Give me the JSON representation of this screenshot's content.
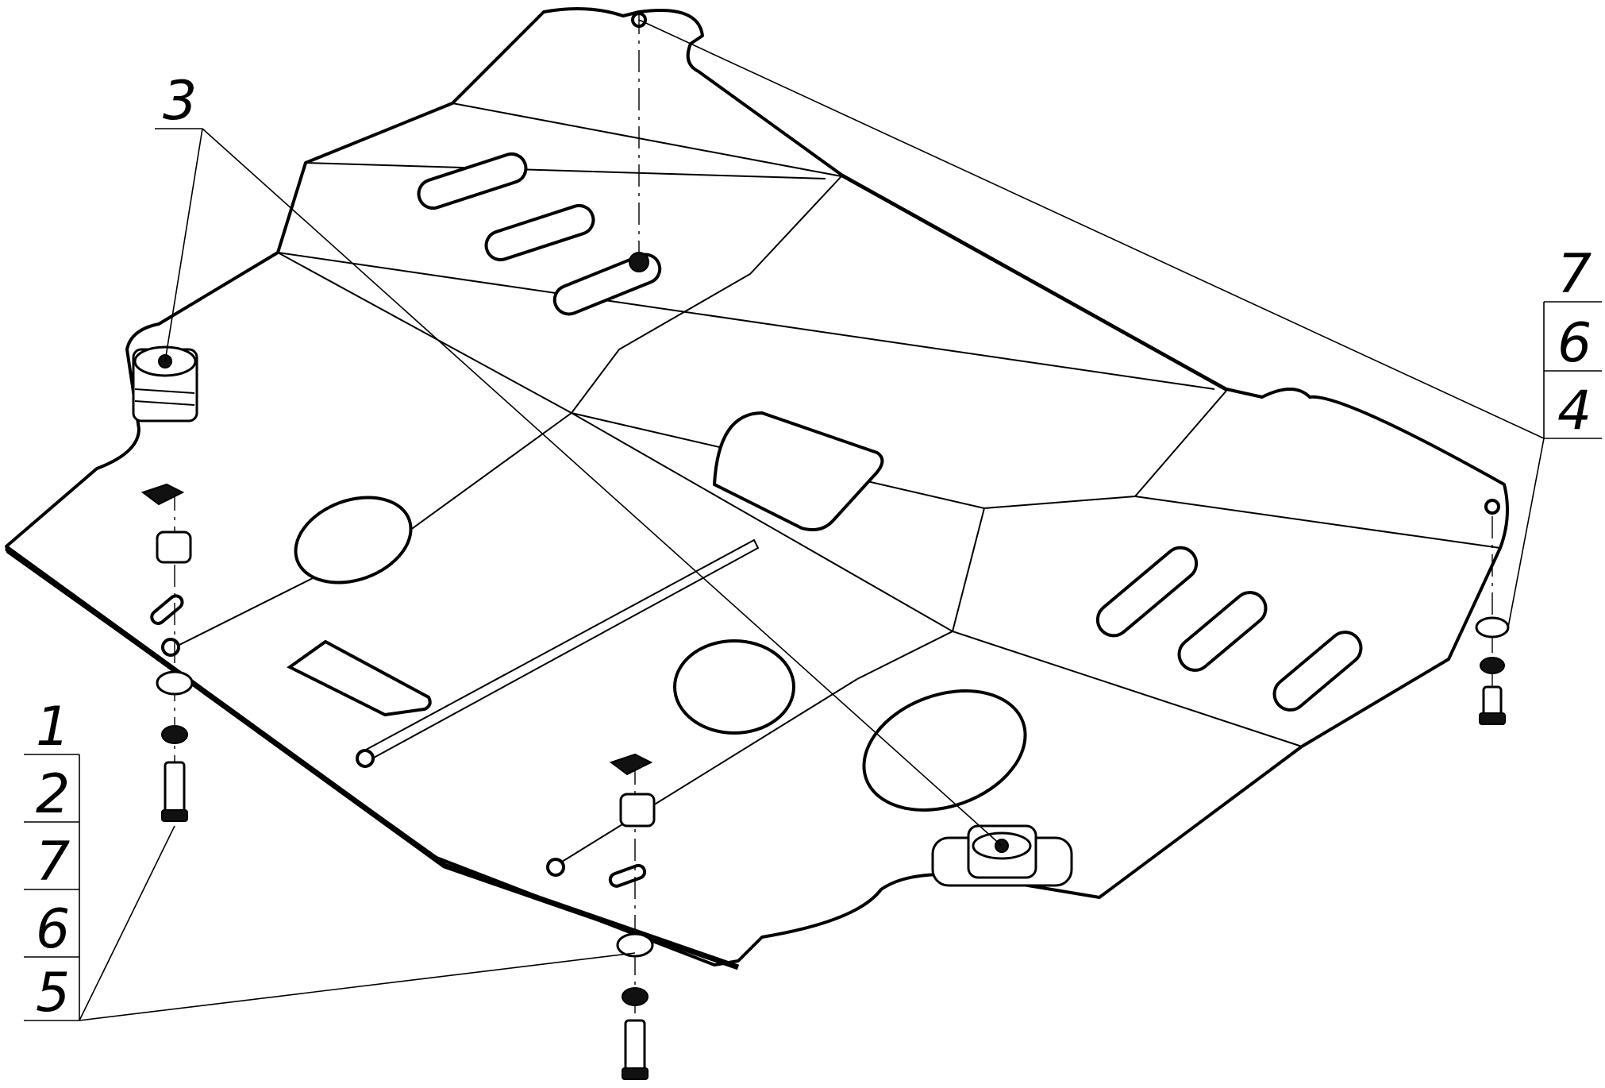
{
  "drawing": {
    "callouts": {
      "left_stack": [
        "1",
        "2",
        "7",
        "6",
        "5"
      ],
      "top_left": "3",
      "right_stack": [
        "7",
        "6",
        "4"
      ]
    }
  }
}
